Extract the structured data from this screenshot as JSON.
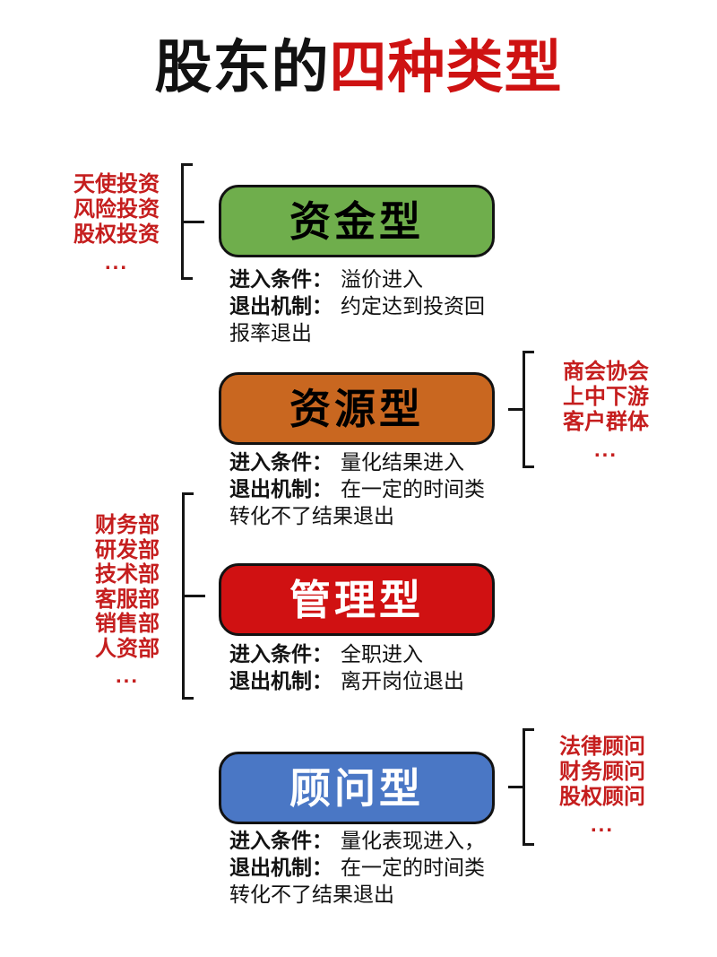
{
  "title": {
    "black": "股东的",
    "red": "四种类型"
  },
  "palette": {
    "title_red": "#CE1212",
    "label_red": "#C51E1E",
    "ink": "#121212",
    "background": "#FFFFFF",
    "funding_green": "#6FAE4C",
    "resource_orange": "#C96720",
    "management_red": "#D01112",
    "advisor_blue": "#4A77C5"
  },
  "sections": [
    {
      "type_name": "资金型",
      "box_color": "#6FAE4C",
      "box_text_color": "#000000",
      "side": "left",
      "related_roles": [
        "天使投资",
        "风险投资",
        "股权投资"
      ],
      "ellipsis": "...",
      "detail_lines": [
        {
          "label": "进入条件：",
          "text": "溢价进入"
        },
        {
          "label": "退出机制：",
          "text": "约定达到投资回"
        },
        {
          "label": "",
          "text": "报率退出"
        }
      ]
    },
    {
      "type_name": "资源型",
      "box_color": "#C96720",
      "box_text_color": "#000000",
      "side": "right",
      "related_roles": [
        "商会协会",
        "上中下游",
        "客户群体"
      ],
      "ellipsis": "...",
      "detail_lines": [
        {
          "label": "进入条件：",
          "text": "量化结果进入"
        },
        {
          "label": "退出机制：",
          "text": "在一定的时间类"
        },
        {
          "label": "",
          "text": "转化不了结果退出"
        }
      ]
    },
    {
      "type_name": "管理型",
      "box_color": "#D01112",
      "box_text_color": "#FFFFFF",
      "side": "left",
      "related_roles": [
        "财务部",
        "研发部",
        "技术部",
        "客服部",
        "销售部",
        "人资部"
      ],
      "ellipsis": "...",
      "detail_lines": [
        {
          "label": "进入条件：",
          "text": "全职进入"
        },
        {
          "label": "退出机制：",
          "text": "离开岗位退出"
        }
      ]
    },
    {
      "type_name": "顾问型",
      "box_color": "#4A77C5",
      "box_text_color": "#FFFFFF",
      "side": "right",
      "related_roles": [
        "法律顾问",
        "财务顾问",
        "股权顾问"
      ],
      "ellipsis": "...",
      "detail_lines": [
        {
          "label": "进入条件：",
          "text": "量化表现进入，"
        },
        {
          "label": "退出机制：",
          "text": "在一定的时间类"
        },
        {
          "label": "",
          "text": "转化不了结果退出"
        }
      ]
    }
  ]
}
